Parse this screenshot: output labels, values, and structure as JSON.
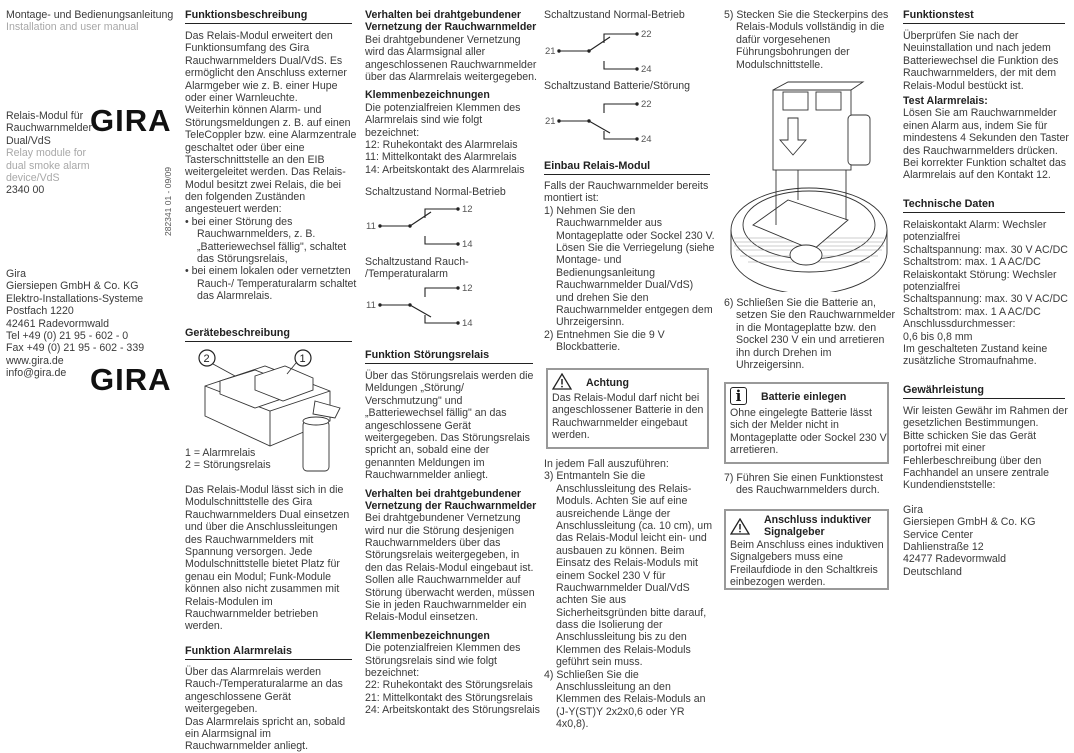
{
  "col0": {
    "manual_de": "Montage- und Bedienungsanleitung",
    "manual_en": "Installation and user manual",
    "product_de": [
      "Relais-Modul für",
      "Rauchwarnmelder",
      "Dual/VdS"
    ],
    "product_en": [
      "Relay module for",
      "dual smoke alarm",
      "device/VdS"
    ],
    "article_no": "2340 00",
    "logo": "GIRA",
    "doc_code": "282341 01 - 09/09",
    "address": [
      "Gira",
      "Giersiepen GmbH & Co. KG",
      "Elektro-Installations-Systeme",
      "Postfach 1220",
      "42461 Radevormwald",
      "Tel +49 (0) 21 95 - 602 - 0",
      "Fax +49 (0) 21 95 - 602 - 339",
      "www.gira.de",
      "info@gira.de"
    ]
  },
  "col1": {
    "h_func": "Funktionsbeschreibung",
    "func_lines": [
      "Das Relais-Modul erweitert den",
      "Funktionsumfang des Gira",
      "Rauchwarnmelders Dual/VdS. Es",
      "ermöglicht den Anschluss externer",
      "Alarmgeber wie z. B. einer Hupe",
      "oder einer Warnleuchte.",
      "Weiterhin können Alarm- und",
      "Störungsmeldungen z. B. auf einen",
      "TeleCoppler bzw. eine Alarmzentrale",
      "geschaltet oder über eine",
      "Tasterschnittstelle an den EIB",
      "weitergeleitet werden. Das Relais-",
      "Modul besitzt zwei Relais, die bei",
      "den folgenden Zuständen",
      "angesteuert werden:"
    ],
    "bullets": [
      [
        "• bei einer Störung des",
        "Rauchwarnmelders, z. B.",
        "„Batteriewechsel fällig\", schaltet",
        "das Störungsrelais,"
      ],
      [
        "• bei einem lokalen oder vernetzten",
        "Rauch-/ Temperaturalarm schaltet",
        "das Alarmrelais."
      ]
    ],
    "h_device": "Gerätebeschreibung",
    "callout_1": "1",
    "callout_2": "2",
    "legend": [
      "1 = Alarmrelais",
      "2 = Störungsrelais"
    ],
    "device_lines": [
      "Das Relais-Modul lässt sich in die",
      "Modulschnittstelle des Gira",
      "Rauchwarnmelders Dual einsetzen",
      "und über die Anschlussleitungen",
      "des Rauchwarnmelders mit",
      "Spannung versorgen. Jede",
      "Modulschnittstelle bietet Platz für",
      "genau ein Modul; Funk-Module",
      "können also nicht zusammen mit",
      "Relais-Modulen im",
      "Rauchwarnmelder betrieben",
      "werden."
    ],
    "h_alarm": "Funktion Alarmrelais",
    "alarm_lines": [
      "Über das Alarmrelais werden",
      "Rauch-/Temperaturalarme an das",
      "angeschlossene Gerät",
      "weitergegeben.",
      "Das Alarmrelais spricht an, sobald",
      "ein Alarmsignal im",
      "Rauchwarnmelder anliegt."
    ]
  },
  "col2": {
    "b_wired": [
      "Verhalten bei drahtgebundener",
      "Vernetzung der Rauchwarnmelder"
    ],
    "wired_lines": [
      "Bei drahtgebundener Vernetzung",
      "wird das Alarmsignal aller",
      "angeschlossenen Rauchwarnmelder",
      "über das Alarmrelais weitergegeben."
    ],
    "b_terminals": "Klemmenbezeichnungen",
    "terminal_lines": [
      "Die potenzialfreien Klemmen des",
      "Alarmrelais sind wie folgt",
      "bezeichnet:",
      "12: Ruhekontakt des Alarmrelais",
      "11: Mittelkontakt des Alarmrelais",
      "14: Arbeitskontakt des Alarmrelais"
    ],
    "diag1_title": [
      "Schaltzustand Normal-Betrieb"
    ],
    "diag2_title": [
      "Schaltzustand Rauch-",
      "/Temperaturalarm"
    ],
    "alarm_terms": {
      "common": "11",
      "nc": "12",
      "no": "14"
    },
    "h_fault": "Funktion Störungsrelais",
    "fault_lines": [
      "Über das Störungsrelais werden die",
      "Meldungen „Störung/",
      "Verschmutzung\" und",
      "„Batteriewechsel fällig\" an das",
      "angeschlossene Gerät",
      "weitergegeben. Das Störungsrelais",
      "spricht an, sobald eine der",
      "genannten Meldungen im",
      "Rauchwarnmelder anliegt."
    ],
    "b_wired2": [
      "Verhalten bei drahtgebundener",
      "Vernetzung der Rauchwarnmelder"
    ],
    "wired2_lines": [
      "Bei drahtgebundener Vernetzung",
      "wird nur die Störung desjenigen",
      "Rauchwarnmelders über das",
      "Störungsrelais weitergegeben, in",
      "den das Relais-Modul eingebaut ist.",
      "Sollen alle Rauchwarnmelder auf",
      "Störung überwacht werden, müssen",
      "Sie in jeden Rauchwarnmelder ein",
      "Relais-Modul einsetzen."
    ],
    "b_terminals2": "Klemmenbezeichnungen",
    "terminal2_lines": [
      "Die potenzialfreien Klemmen des",
      "Störungsrelais sind wie folgt",
      "bezeichnet:",
      "22: Ruhekontakt des Störungsrelais",
      "21: Mittelkontakt des Störungsrelais",
      "24: Arbeitskontakt des Störungsrelais"
    ]
  },
  "col3": {
    "diag1_title": [
      "Schaltzustand Normal-Betrieb"
    ],
    "diag2_title": [
      "Schaltzustand Batterie/Störung"
    ],
    "fault_terms": {
      "common": "21",
      "nc": "22",
      "no": "24"
    },
    "h_install": "Einbau Relais-Modul",
    "intro": [
      "Falls der Rauchwarnmelder bereits",
      "montiert ist:"
    ],
    "steps_a": [
      [
        "1) Nehmen Sie den",
        "Rauchwarnmelder aus",
        "Montageplatte oder Sockel 230 V.",
        "Lösen Sie die Verriegelung (siehe",
        "Montage- und",
        "Bedienungsanleitung",
        "Rauchwarnmelder Dual/VdS)",
        "und drehen Sie den",
        "Rauchwarnmelder entgegen dem",
        "Uhrzeigersinn."
      ],
      [
        "2) Entnehmen Sie die 9 V",
        "Blockbatterie."
      ]
    ],
    "caution_title": "Achtung",
    "caution_lines": [
      "Das Relais-Modul darf nicht bei",
      "angeschlossener Batterie in den",
      "Rauchwarnmelder eingebaut",
      "werden."
    ],
    "always": [
      "In jedem Fall auszuführen:"
    ],
    "steps_b": [
      [
        "3) Entmanteln Sie die",
        "Anschlussleitung des Relais-",
        "Moduls. Achten Sie auf eine",
        "ausreichende Länge der",
        "Anschlussleitung (ca. 10 cm), um",
        "das Relais-Modul leicht ein- und",
        "ausbauen zu können. Beim",
        "Einsatz des Relais-Moduls mit",
        "einem Sockel 230 V für",
        "Rauchwarnmelder Dual/VdS",
        "achten Sie aus",
        "Sicherheitsgründen bitte darauf,",
        "dass die Isolierung der",
        "Anschlussleitung bis zu den",
        "Klemmen des Relais-Moduls",
        "geführt sein muss."
      ],
      [
        "4) Schließen Sie die",
        "Anschlussleitung an den",
        "Klemmen des Relais-Moduls an",
        "(J-Y(ST)Y 2x2x0,6 oder YR",
        "4x0,8)."
      ]
    ]
  },
  "col4": {
    "step5": [
      [
        "5) Stecken Sie die Steckerpins des",
        "Relais-Moduls vollständig in die",
        "dafür vorgesehenen",
        "Führungsbohrungen der",
        "Modulschnittstelle."
      ]
    ],
    "step6": [
      [
        "6) Schließen Sie die Batterie an,",
        "setzen Sie den Rauchwarnmelder",
        "in die Montageplatte bzw. den",
        "Sockel 230 V ein und arretieren",
        "ihn durch Drehen im",
        "Uhrzeigersinn."
      ]
    ],
    "info_title": "Batterie einlegen",
    "info_lines": [
      "Ohne eingelegte Batterie lässt",
      "sich der Melder nicht in",
      "Montageplatte oder Sockel 230 V",
      "arretieren."
    ],
    "step7": [
      [
        "7) Führen Sie einen Funktionstest",
        "des Rauchwarnmelders durch."
      ]
    ],
    "warn_title": [
      "Anschluss induktiver",
      "Signalgeber"
    ],
    "warn_lines": [
      "Beim Anschluss eines induktiven",
      "Signalgebers muss eine",
      "Freilaufdiode in den Schaltkreis",
      "einbezogen werden."
    ]
  },
  "col5": {
    "h_test": "Funktionstest",
    "test_lines": [
      "Überprüfen Sie nach der",
      "Neuinstallation und nach jedem",
      "Batteriewechsel die Funktion des",
      "Rauchwarnmelders, der mit dem",
      "Relais-Modul bestückt ist."
    ],
    "b_test_alarm": "Test Alarmrelais:",
    "test_alarm_lines": [
      "Lösen Sie am Rauchwarnmelder",
      "einen Alarm aus, indem Sie für",
      "mindestens 4 Sekunden den Taster",
      "des Rauchwarnmelders drücken.",
      "Bei korrekter Funktion schaltet das",
      "Alarmrelais auf den Kontakt 12."
    ],
    "h_tech": "Technische Daten",
    "tech_lines": [
      "Relaiskontakt Alarm: Wechsler",
      "                              potenzialfrei",
      "Schaltspannung: max. 30 V AC/DC",
      "Schaltstrom: max. 1 A  AC/DC",
      "Relaiskontakt Störung: Wechsler",
      "potenzialfrei",
      "Schaltspannung: max. 30 V AC/DC",
      "Schaltstrom: max. 1 A  AC/DC",
      "Anschlussdurchmesser:",
      "0,6 bis 0,8 mm",
      "Im geschalteten Zustand keine",
      "zusätzliche Stromaufnahme."
    ],
    "h_warranty": "Gewährleistung",
    "warranty_lines": [
      "Wir leisten Gewähr im Rahmen der",
      "gesetzlichen Bestimmungen.",
      "Bitte schicken Sie das Gerät",
      "portofrei mit einer",
      "Fehlerbeschreibung über den",
      "Fachhandel an unsere zentrale",
      "Kundendienststelle:"
    ],
    "service_address": [
      "Gira",
      "Giersiepen GmbH & Co. KG",
      "Service Center",
      "Dahlienstraße 12",
      "42477 Radevormwald",
      "Deutschland"
    ]
  }
}
